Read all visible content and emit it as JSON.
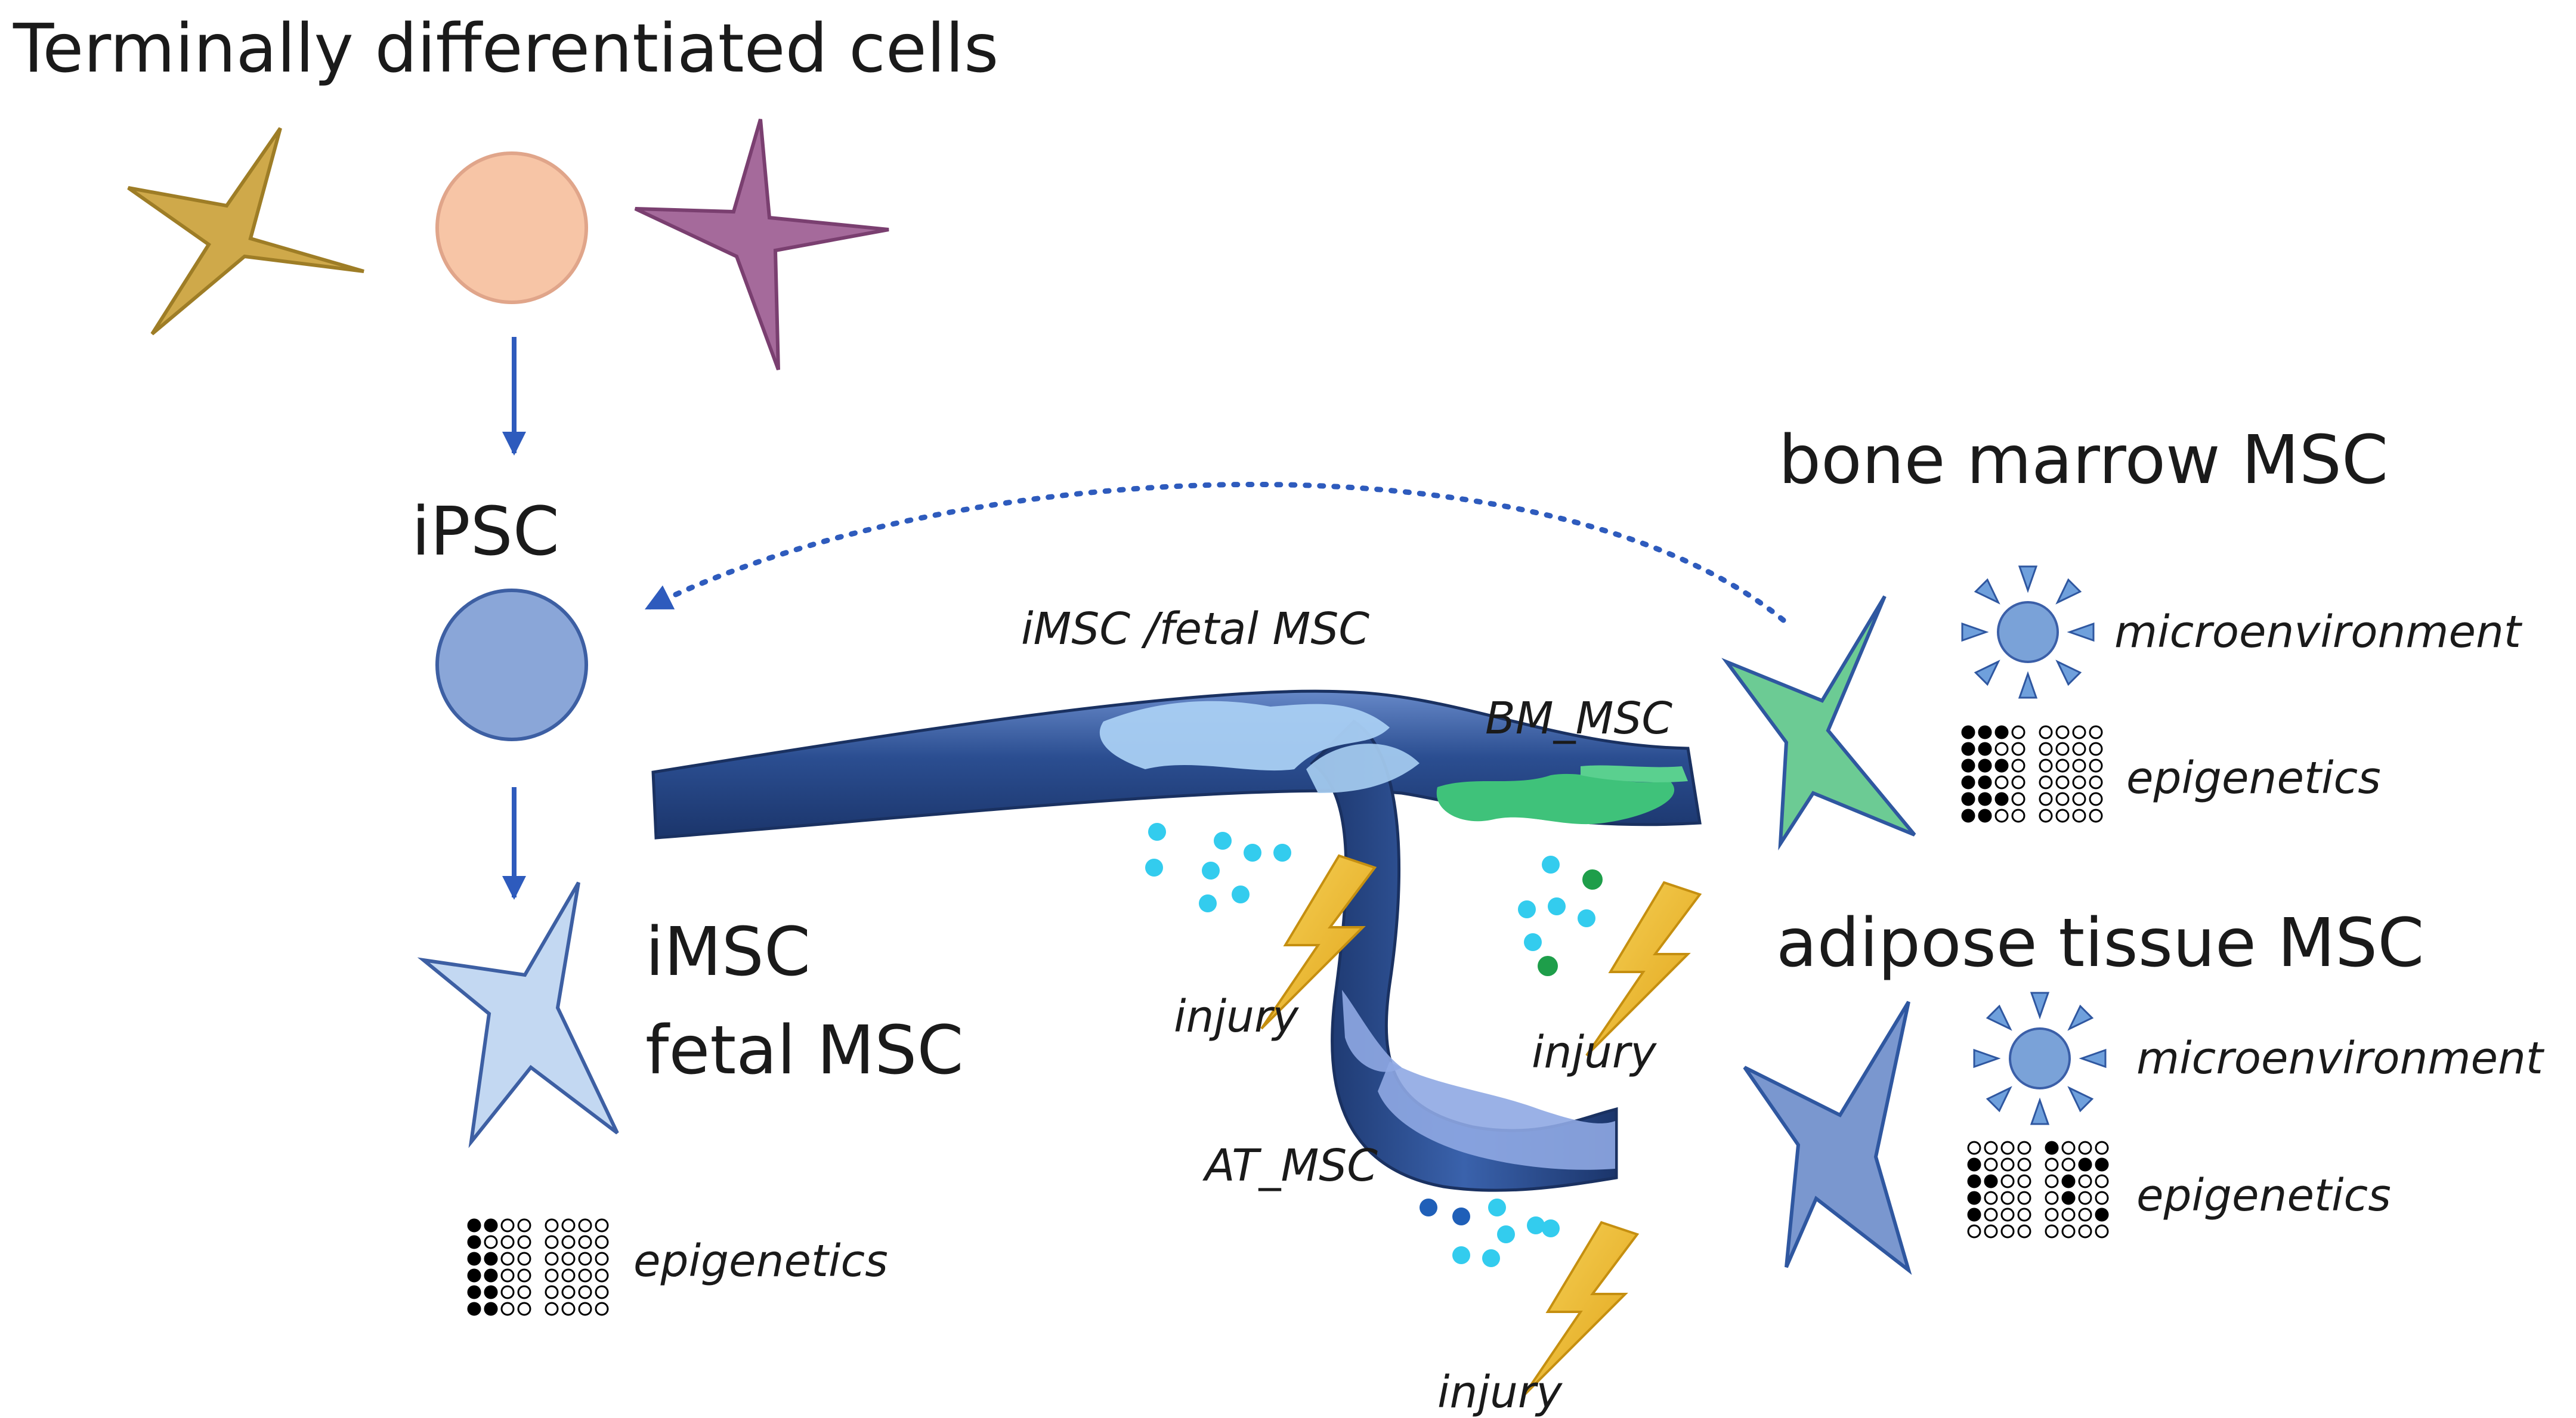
{
  "labels": {
    "terminal_cells": "Terminally differentiated cells",
    "ipsc": "iPSC",
    "imsc": "iMSC",
    "fetal_msc": "fetal MSC",
    "bone_marrow_msc": "bone marrow MSC",
    "adipose_tissue_msc": "adipose tissue MSC",
    "imsc_fetal_msc": "iMSC /fetal MSC",
    "bm_msc": "BM_MSC",
    "at_msc": "AT_MSC",
    "injury_1": "injury",
    "injury_2": "injury",
    "injury_3": "injury",
    "bm_microenvironment": "microenvironment",
    "bm_epigenetics": "epigenetics",
    "at_microenvironment": "microenvironment",
    "at_epigenetics": "epigenetics",
    "imsc_epigenetics": "epigenetics"
  },
  "colors": {
    "gold_cell": "#cfa94a",
    "peach_cell": "#f7c5a6",
    "purple_cell": "#a56a9b",
    "ipsc_cell": "#8aa6d8",
    "imsc_cell": "#c3d8f2",
    "bm_cell": "#6ccb94",
    "at_cell": "#7a97cf",
    "vessel_dark": "#2b4e91",
    "vessel_light": "#a9cff3",
    "arrow": "#2e5bbd",
    "particle_cyan": "#33ccee",
    "particle_green": "#1e9e4a",
    "particle_blue": "#1f5fb8",
    "lightning": "#f2b822"
  },
  "icons": [
    "star-cell-icon",
    "round-cell-icon",
    "sun-icon",
    "dot-matrix-icon",
    "lightning-icon",
    "blood-vessel-icon"
  ]
}
